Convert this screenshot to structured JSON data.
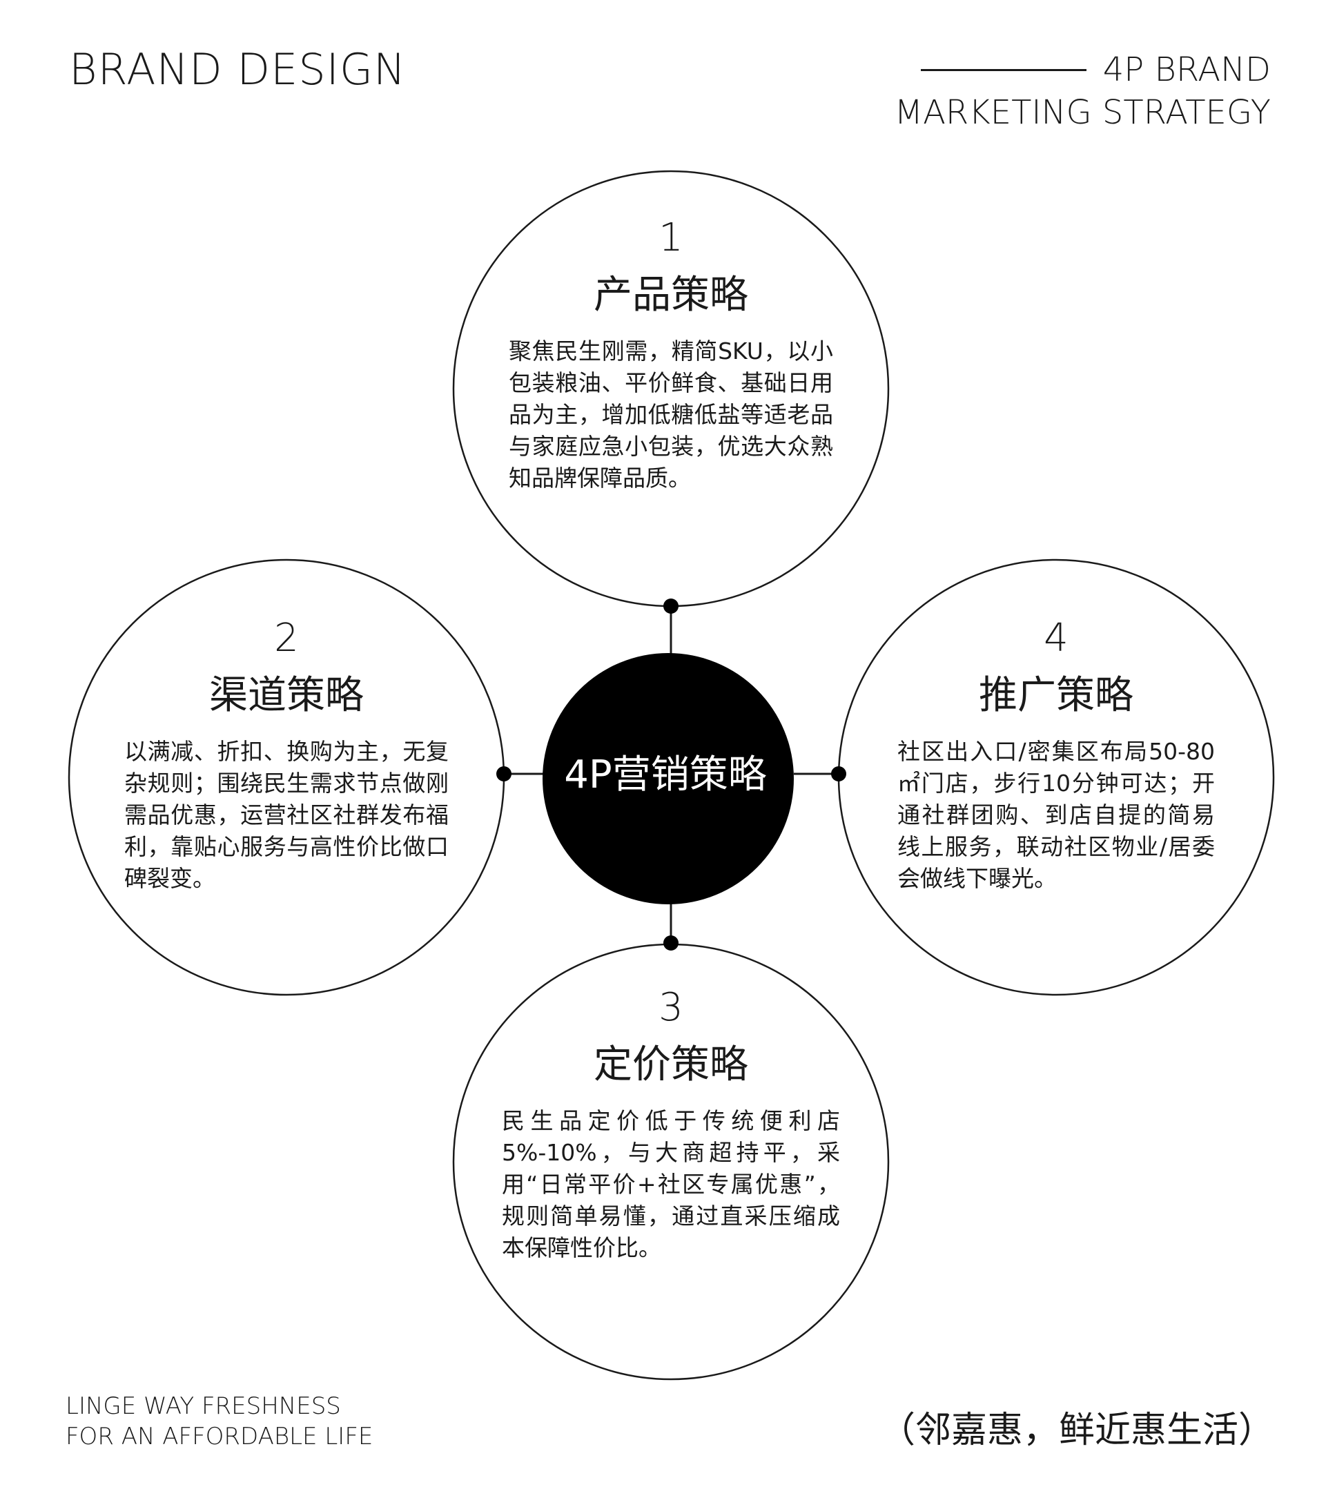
{
  "header": {
    "brand_title": "BRAND DESIGN",
    "strategy_line1": "4P BRAND",
    "strategy_line2": "MARKETING STRATEGY"
  },
  "center": {
    "label": "4P营销策略"
  },
  "circles": [
    {
      "number": "1",
      "title": "产品策略",
      "description": "聚焦民生刚需，精简SKU，以小包装粮油、平价鲜食、基础日用品为主，增加低糖低盐等适老品与家庭应急小包装，优选大众熟知品牌保障品质。"
    },
    {
      "number": "2",
      "title": "渠道策略",
      "description": "以满减、折扣、换购为主，无复杂规则；围绕民生需求节点做刚需品优惠，运营社区社群发布福利，靠贴心服务与高性价比做口碑裂变。"
    },
    {
      "number": "3",
      "title": "定价策略",
      "description": "民生品定价低于传统便利店5%-10%，与大商超持平，采用“日常平价+社区专属优惠”，规则简单易懂，通过直采压缩成本保障性价比。"
    },
    {
      "number": "4",
      "title": "推广策略",
      "description": "社区出入口/密集区布局50-80㎡门店，步行10分钟可达；开通社群团购、到店自提的简易线上服务，联动社区物业/居委会做线下曝光。"
    }
  ],
  "footer": {
    "slogan_en_line1": "LINGE WAY FRESHNESS",
    "slogan_en_line2": "FOR AN AFFORDABLE LIFE",
    "slogan_cn": "（邻嘉惠，鲜近惠生活）"
  },
  "colors": {
    "ink": "#1a1a1a",
    "background": "#ffffff",
    "center_fill": "#000000"
  }
}
